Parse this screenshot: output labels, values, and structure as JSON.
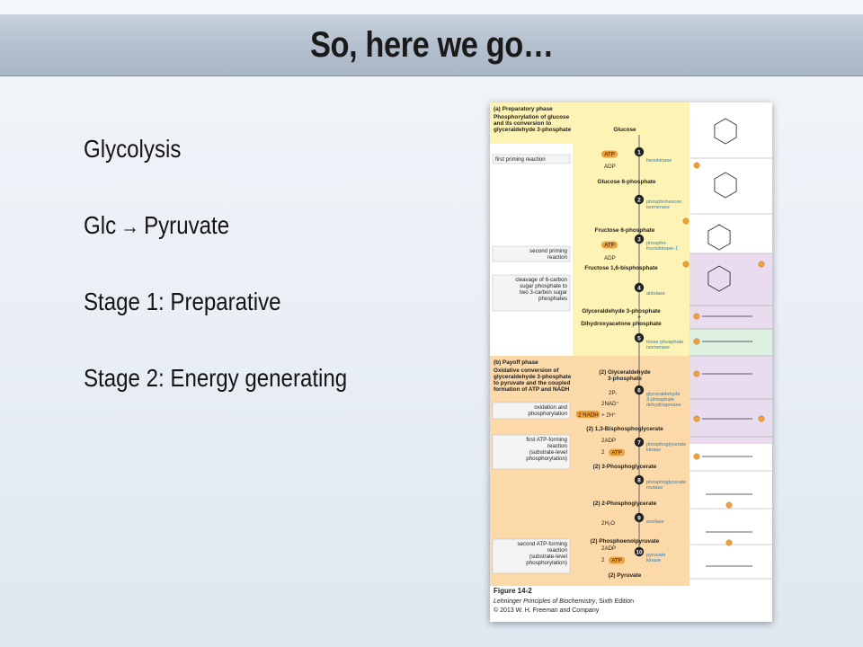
{
  "slide": {
    "title": "So, here we go…",
    "bullets": [
      {
        "text": "Glycolysis"
      },
      {
        "pre": "Glc",
        "arrow": "→",
        "post": "Pyruvate"
      },
      {
        "text": "Stage 1: Preparative"
      },
      {
        "text": "Stage 2: Energy generating"
      }
    ]
  },
  "figure": {
    "phase_a_label": "(a) Preparatory phase",
    "phase_a_desc": [
      "Phosphorylation of glucose",
      "and its conversion to",
      "glyceraldehyde 3-phosphate"
    ],
    "phase_b_label": "(b) Payoff phase",
    "phase_b_desc": [
      "Oxidative conversion of",
      "glyceraldehyde 3-phosphate",
      "to pyruvate and the coupled",
      "formation of ATP and NADH"
    ],
    "side_notes": [
      [
        "first priming reaction"
      ],
      [
        "second priming",
        "reaction"
      ],
      [
        "cleavage of 6-carbon",
        "sugar phosphate to",
        "two 3-carbon sugar",
        "phosphates"
      ],
      [
        "oxidation and",
        "phosphorylation"
      ],
      [
        "first ATP-forming",
        "reaction",
        "(substrate-level",
        "phosphorylation)"
      ],
      [
        "second ATP-forming",
        "reaction",
        "(substrate-level",
        "phosphorylation)"
      ]
    ],
    "metabolites": [
      "Glucose",
      "Glucose 6-phosphate",
      "Fructose 6-phosphate",
      "Fructose 1,6-bisphosphate",
      "Glyceraldehyde 3-phosphate",
      "+",
      "Dihydroxyacetone phosphate",
      "(2) Glyceraldehyde",
      "3-phosphate",
      "(2) 1,3-Bisphosphoglycerate",
      "(2) 3-Phosphoglycerate",
      "(2) 2-Phosphoglycerate",
      "(2) Phosphoenolpyruvate",
      "(2) Pyruvate"
    ],
    "enzymes": [
      [
        "hexokinase"
      ],
      [
        "phosphohexose",
        "isomerase"
      ],
      [
        "phospho-",
        "fructokinase-1"
      ],
      [
        "aldolase"
      ],
      [
        "triose phosphate",
        "isomerase"
      ],
      [
        "glyceraldehyde",
        "3-phosphate",
        "dehydrogenase"
      ],
      [
        "phosphoglycerate",
        "kinase"
      ],
      [
        "phosphoglycerate",
        "mutase"
      ],
      [
        "enolase"
      ],
      [
        "pyruvate",
        "kinase"
      ]
    ],
    "steps": [
      "1",
      "2",
      "3",
      "4",
      "5",
      "6",
      "7",
      "8",
      "9",
      "10"
    ],
    "cofactors": {
      "atp": "ATP",
      "adp": "ADP",
      "pi": "2Pᵢ",
      "nad": "2NAD⁺",
      "nadh": "2 NADH",
      "hplus": "+ 2H⁺",
      "adp2": "2ADP",
      "atp2": "2",
      "h2o": "2H₂O"
    },
    "caption": {
      "figure": "Figure 14-2",
      "book": "Lehninger Principles of Biochemistry",
      "edition": ", Sixth Edition",
      "copyright": "© 2013 W. H. Freeman and Company"
    },
    "colors": {
      "prep_bg": "#fdf3b4",
      "payoff_bg": "#fbd9a8",
      "enzyme_text": "#2a7fbf",
      "phosphate": "#f0a23a",
      "lilac": "#e9dcef",
      "mint": "#dcefe0"
    }
  }
}
